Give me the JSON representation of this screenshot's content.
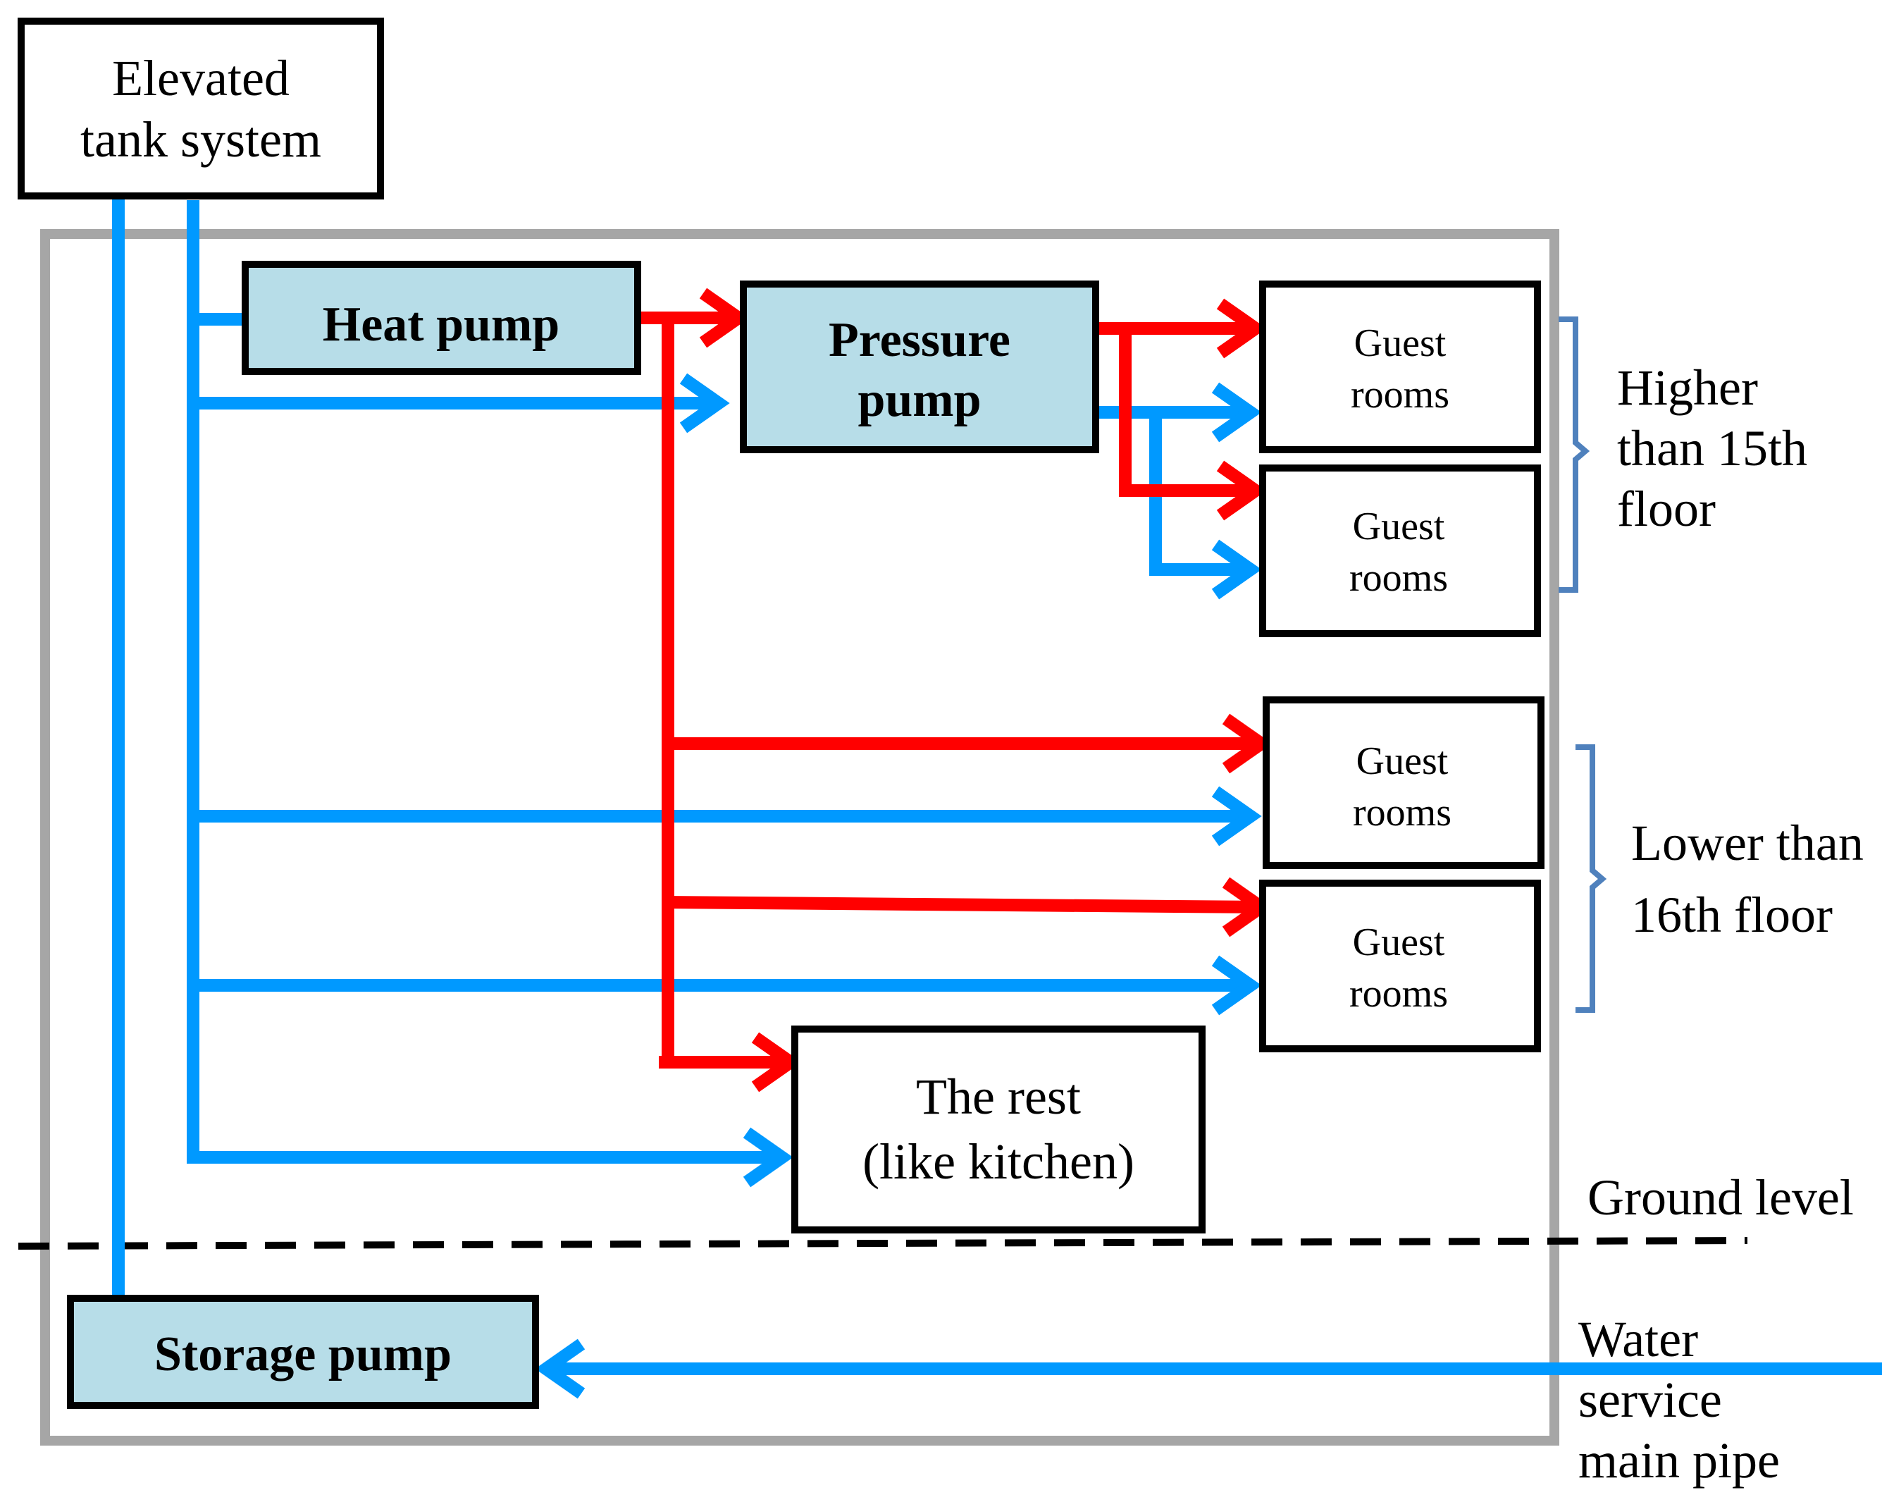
{
  "colors": {
    "hot_water": "#ff0000",
    "cold_water": "#0099ff",
    "building_outline": "#a6a6a6",
    "pump_fill": "#b7dde8",
    "box_fill": "#ffffff",
    "box_stroke": "#000000",
    "floor_bracket": "#4f81bd",
    "ground_line": "#000000"
  },
  "nodes": {
    "elevated_tank": {
      "line1": "Elevated",
      "line2": "tank system"
    },
    "heat_pump": {
      "label": "Heat pump"
    },
    "pressure_pump": {
      "line1": "Pressure",
      "line2": "pump"
    },
    "guest_rooms_1": {
      "line1": "Guest",
      "line2": "rooms"
    },
    "guest_rooms_2": {
      "line1": "Guest",
      "line2": "rooms"
    },
    "guest_rooms_3": {
      "line1": "Guest",
      "line2": "rooms"
    },
    "guest_rooms_4": {
      "line1": "Guest",
      "line2": "rooms"
    },
    "the_rest": {
      "line1": "The rest",
      "line2": "(like kitchen)"
    },
    "storage_pump": {
      "label": "Storage pump"
    }
  },
  "annotations": {
    "higher_floors": {
      "line1": "Higher",
      "line2": "than 15th",
      "line3": "floor"
    },
    "lower_floors": {
      "line1": "Lower than",
      "line2": "16th floor"
    },
    "ground_level": "Ground level",
    "water_main": {
      "line1": "Water",
      "line2": "service",
      "line3": "main pipe"
    }
  },
  "edges": [
    {
      "from": "water_main",
      "to": "storage_pump",
      "kind": "cold"
    },
    {
      "from": "storage_pump",
      "to": "elevated_tank",
      "kind": "cold"
    },
    {
      "from": "elevated_tank",
      "to": "heat_pump",
      "kind": "cold"
    },
    {
      "from": "elevated_tank",
      "to": "pressure_pump",
      "kind": "cold"
    },
    {
      "from": "elevated_tank",
      "to": "guest_rooms_3",
      "kind": "cold"
    },
    {
      "from": "elevated_tank",
      "to": "guest_rooms_4",
      "kind": "cold"
    },
    {
      "from": "elevated_tank",
      "to": "the_rest",
      "kind": "cold"
    },
    {
      "from": "heat_pump",
      "to": "pressure_pump",
      "kind": "hot"
    },
    {
      "from": "heat_pump",
      "to": "guest_rooms_3",
      "kind": "hot"
    },
    {
      "from": "heat_pump",
      "to": "guest_rooms_4",
      "kind": "hot"
    },
    {
      "from": "heat_pump",
      "to": "the_rest",
      "kind": "hot"
    },
    {
      "from": "pressure_pump",
      "to": "guest_rooms_1",
      "kind": "hot"
    },
    {
      "from": "pressure_pump",
      "to": "guest_rooms_2",
      "kind": "hot"
    },
    {
      "from": "pressure_pump",
      "to": "guest_rooms_1",
      "kind": "cold"
    },
    {
      "from": "pressure_pump",
      "to": "guest_rooms_2",
      "kind": "cold"
    }
  ]
}
